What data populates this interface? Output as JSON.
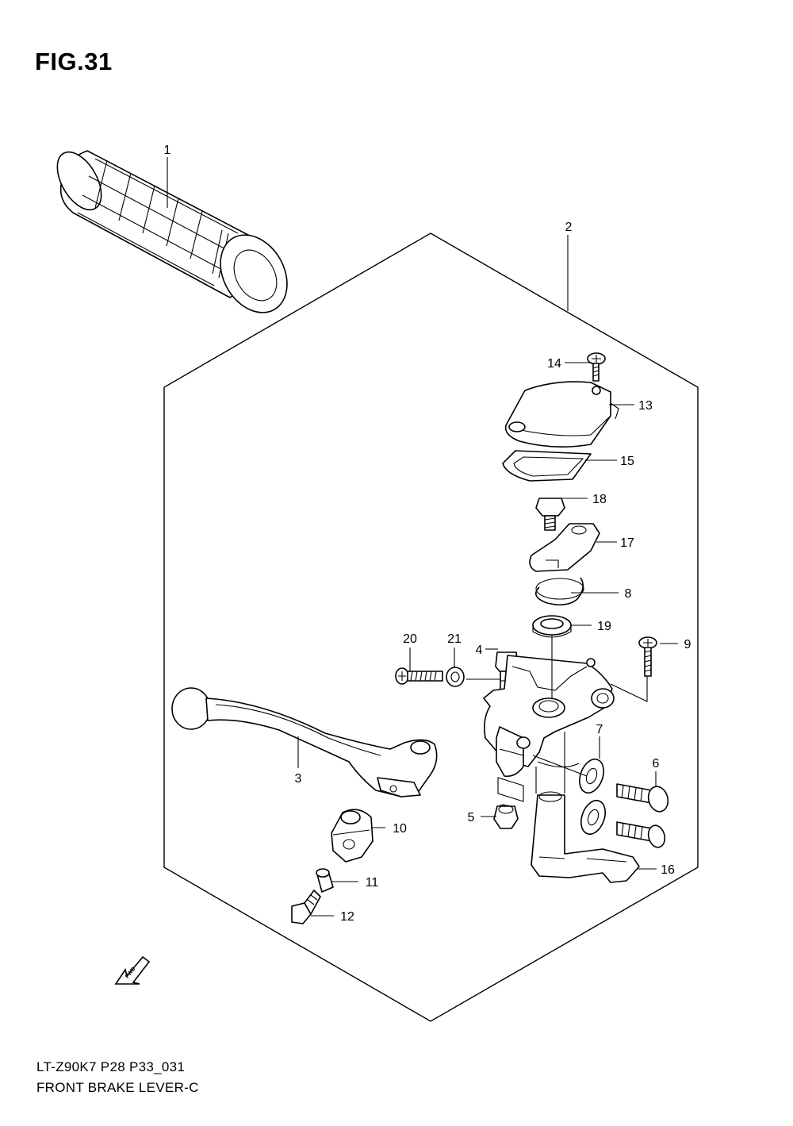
{
  "figure": {
    "title": "FIG.31",
    "model_code": "LT-Z90K7 P28 P33_031",
    "section_name": "FRONT BRAKE LEVER-C"
  },
  "fwd_arrow_label": "FWD",
  "callouts": [
    "1",
    "2",
    "3",
    "4",
    "5",
    "6",
    "7",
    "8",
    "9",
    "10",
    "11",
    "12",
    "13",
    "14",
    "15",
    "16",
    "17",
    "18",
    "19",
    "20",
    "21"
  ]
}
